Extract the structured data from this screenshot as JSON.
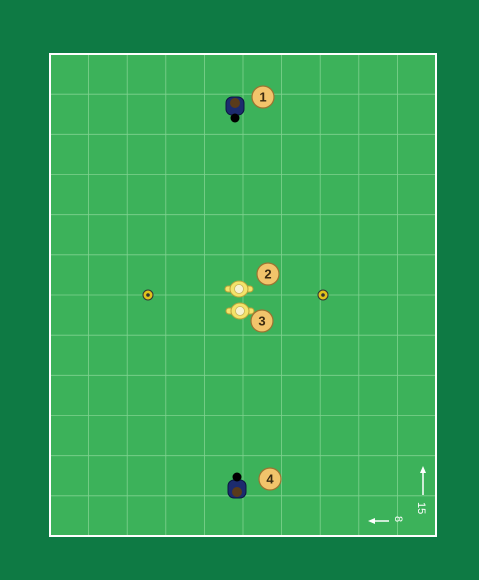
{
  "diagram": {
    "players": [
      {
        "id": "p1",
        "number": "1",
        "team": "blue",
        "facing": "down"
      },
      {
        "id": "p2",
        "number": "2",
        "team": "yellow",
        "facing": "down"
      },
      {
        "id": "p3",
        "number": "3",
        "team": "yellow",
        "facing": "up"
      },
      {
        "id": "p4",
        "number": "4",
        "team": "blue",
        "facing": "up"
      }
    ],
    "cones": [
      {
        "id": "cone-left"
      },
      {
        "id": "cone-right"
      }
    ],
    "scale": {
      "length_label": "15",
      "width_label": "8"
    }
  },
  "colors": {
    "background": "#0e7a44",
    "field": "#3cb25a",
    "grid_line": "#7fd28f",
    "boundary": "#ffffff",
    "player_blue": "#1c2b6e",
    "player_yellow": "#f4e36a",
    "number_badge": "#f2c46b",
    "cone": "#e0c21c"
  }
}
